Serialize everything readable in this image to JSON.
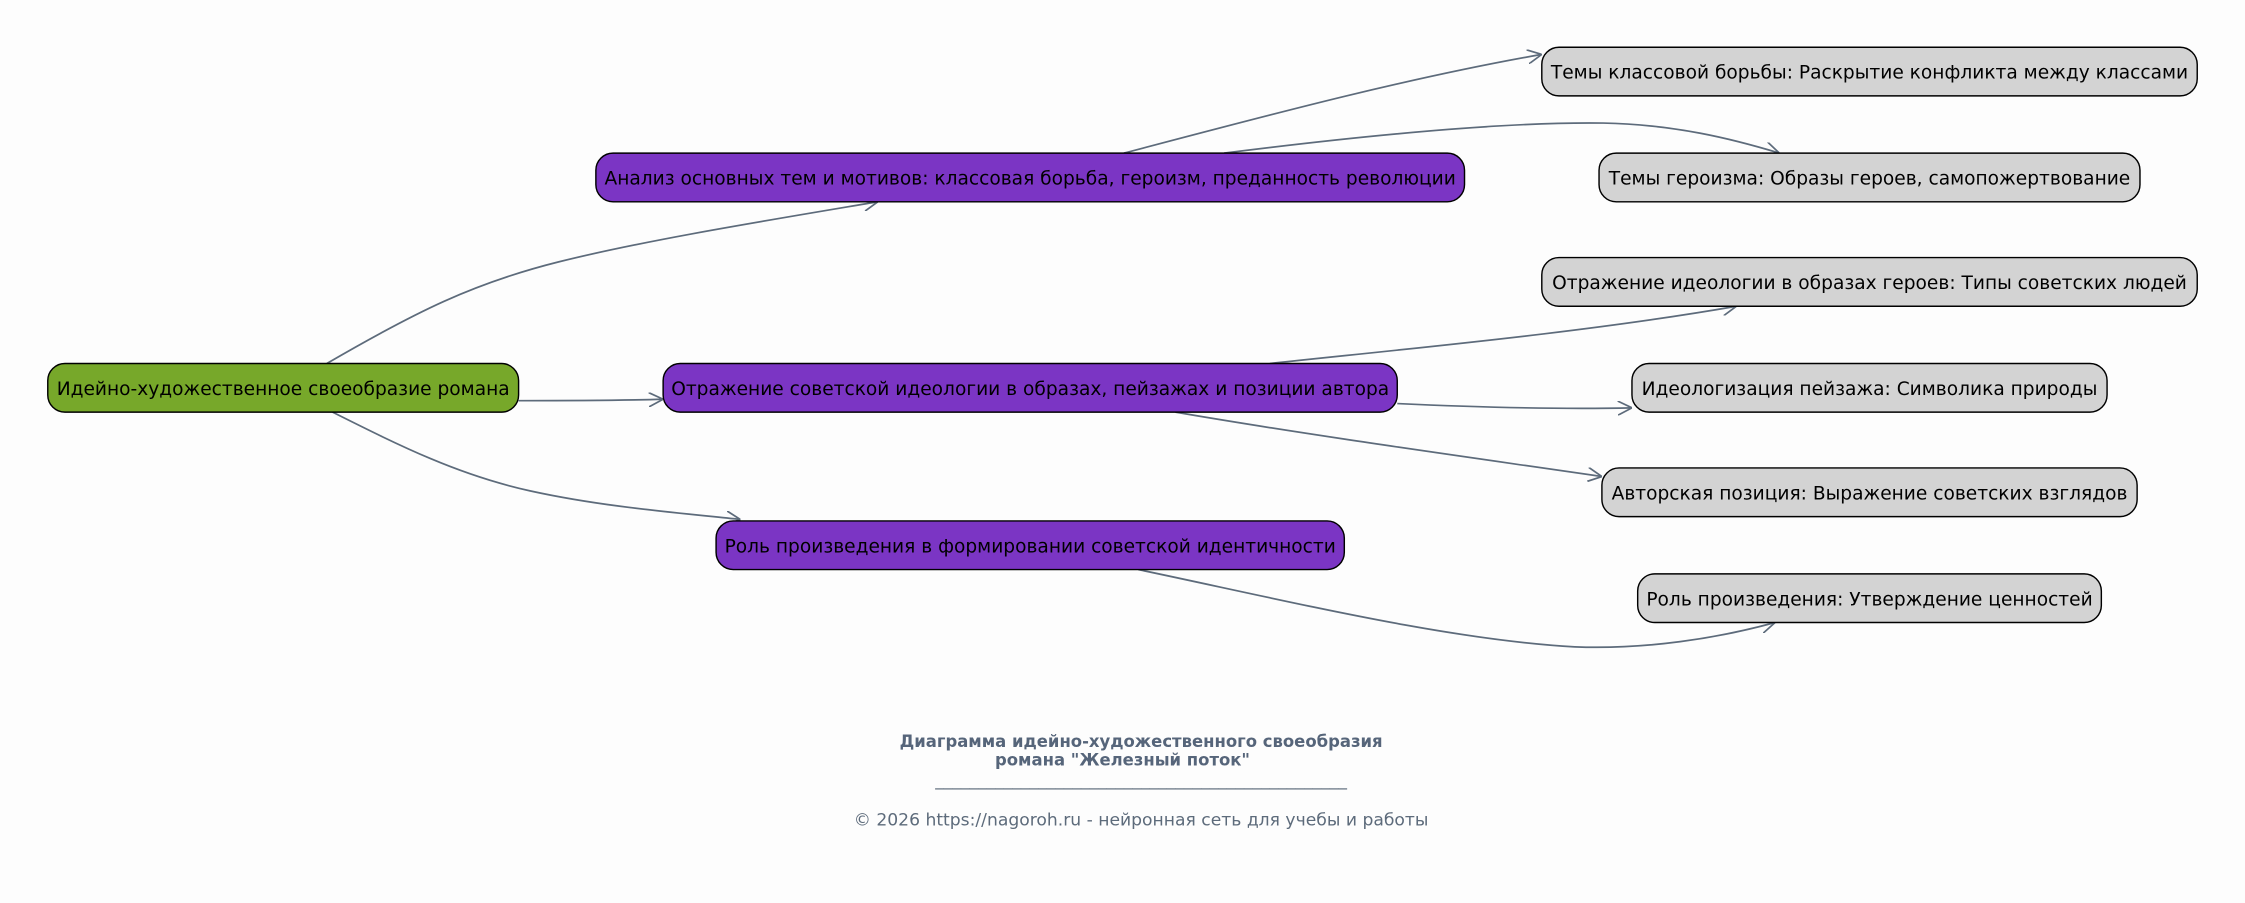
{
  "colors": {
    "root": "#77a82a",
    "branch": "#7b35c4",
    "leaf": "#d3d3d3",
    "edge": "#5d6b7b",
    "footer": "#56657a"
  },
  "root": {
    "label": "Идейно-художественное своеобразие романа"
  },
  "branches": [
    {
      "label": "Анализ основных тем и мотивов: классовая борьба, героизм, преданность революции"
    },
    {
      "label": "Отражение советской идеологии в образах, пейзажах и позиции автора"
    },
    {
      "label": "Роль произведения в формировании советской идентичности"
    }
  ],
  "leaves": [
    {
      "label": "Темы классовой борьбы: Раскрытие конфликта между классами"
    },
    {
      "label": "Темы героизма: Образы героев, самопожертвование"
    },
    {
      "label": "Отражение идеологии в образах героев: Типы советских людей"
    },
    {
      "label": "Идеологизация пейзажа: Символика природы"
    },
    {
      "label": "Авторская позиция: Выражение советских взглядов"
    },
    {
      "label": "Роль произведения: Утверждение ценностей"
    }
  ],
  "footer": {
    "title_line1": "Диаграмма идейно-художественного своеобразия",
    "title_line2": "романа \"Железный поток\"",
    "separator": "________________________________________________",
    "copyright": "© 2026 https://nagoroh.ru - нейронная сеть для учебы и работы"
  }
}
